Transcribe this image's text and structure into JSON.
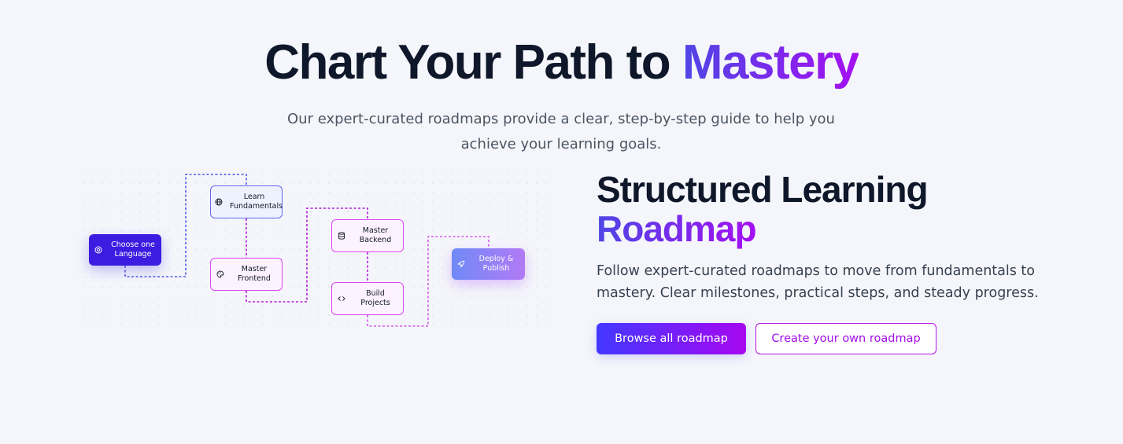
{
  "hero": {
    "title_prefix": "Chart Your Path to ",
    "title_highlight": "Mastery",
    "subtitle": "Our expert-curated roadmaps provide a clear, step-by-step guide to help you achieve your learning goals."
  },
  "diagram": {
    "nodes": {
      "choose_language": {
        "label": "Choose one Language",
        "icon": "target-icon"
      },
      "learn_fundamentals": {
        "label": "Learn Fundamentals",
        "icon": "globe-icon"
      },
      "master_frontend": {
        "label": "Master Frontend",
        "icon": "palette-icon"
      },
      "master_backend": {
        "label": "Master Backend",
        "icon": "database-icon"
      },
      "build_projects": {
        "label": "Build Projects",
        "icon": "code-icon"
      },
      "deploy_publish": {
        "label": "Deploy & Publish",
        "icon": "rocket-icon"
      }
    },
    "colors": {
      "blue_path": "#4f5bea",
      "purple_path": "#b21ad8",
      "pink_path": "#d05ae6"
    }
  },
  "section": {
    "title_line1": "Structured Learning",
    "title_line2": "Roadmap",
    "description": "Follow expert-curated roadmaps to move from fundamentals to mastery. Clear milestones, practical steps, and steady progress.",
    "primary_button": "Browse all roadmap",
    "secondary_button": "Create your own roadmap"
  },
  "theme": {
    "accent_start": "#4f46e5",
    "accent_end": "#a50ff2",
    "background": "#f5f6fb"
  }
}
